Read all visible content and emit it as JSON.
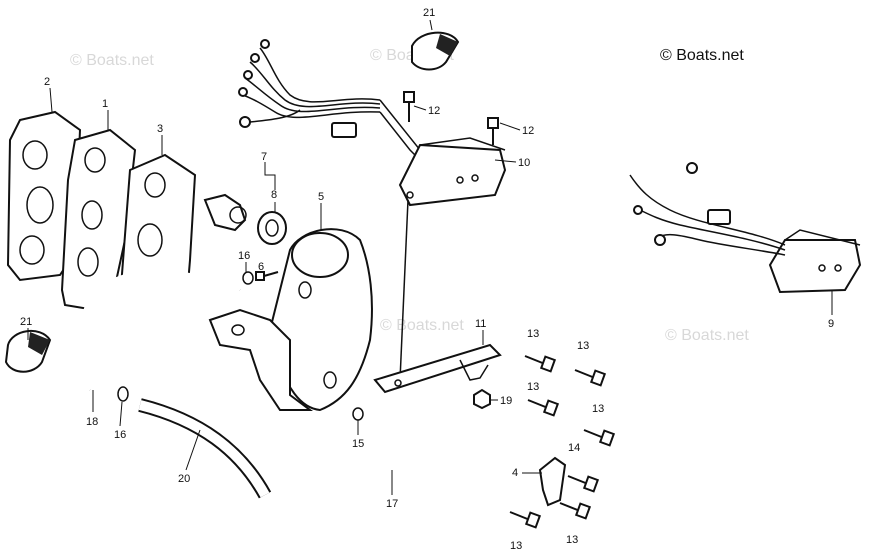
{
  "copyright": "© Boats.net",
  "watermark": "© Boats.net",
  "callouts": {
    "c1": "1",
    "c2": "2",
    "c3": "3",
    "c4": "4",
    "c5": "5",
    "c6": "6",
    "c7": "7",
    "c8": "8",
    "c9": "9",
    "c10": "10",
    "c11": "11",
    "c12a": "12",
    "c12b": "12",
    "c13a": "13",
    "c13b": "13",
    "c13c": "13",
    "c13d": "13",
    "c13e": "13",
    "c13f": "13",
    "c14": "14",
    "c15": "15",
    "c16a": "16",
    "c16b": "16",
    "c17": "17",
    "c18": "18",
    "c19": "19",
    "c20": "20",
    "c21a": "21",
    "c21b": "21"
  }
}
